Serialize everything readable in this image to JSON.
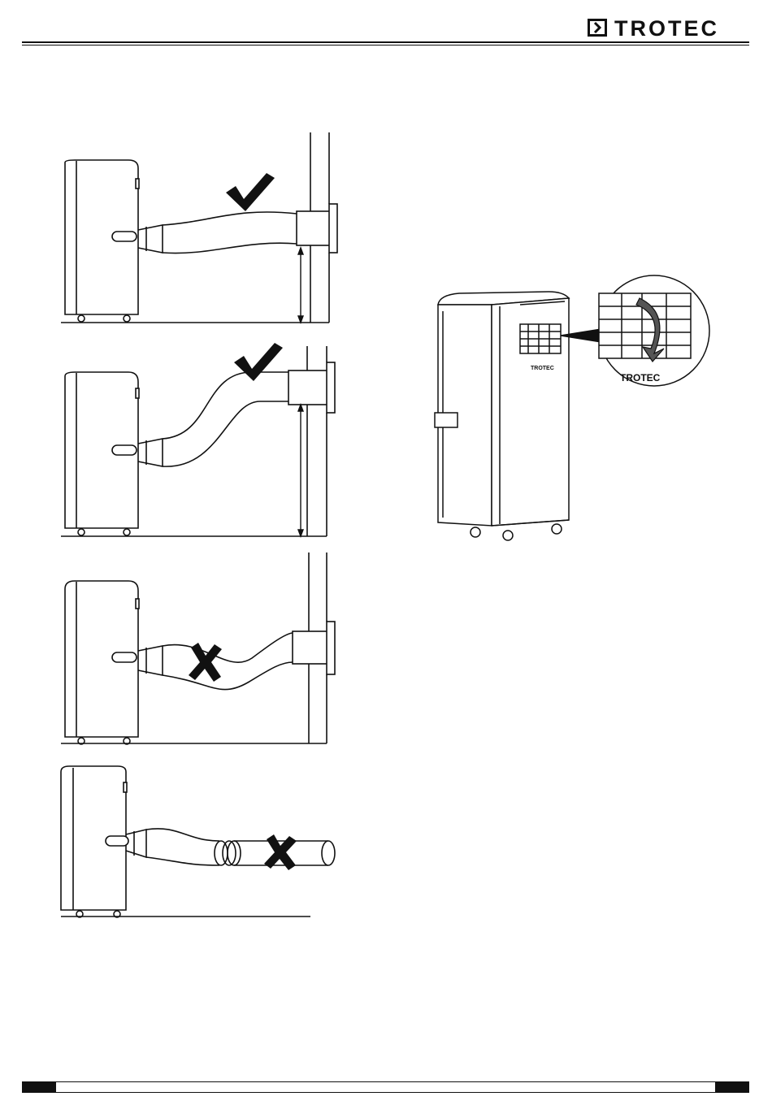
{
  "header": {
    "brand": "TROTEC",
    "logo_icon": "chevron-right-icon"
  },
  "figures": {
    "unit_badge": "TROTEC",
    "zoom_badge": "TROTEC",
    "marks": [
      "check-icon",
      "check-icon",
      "cross-icon",
      "cross-icon"
    ]
  }
}
